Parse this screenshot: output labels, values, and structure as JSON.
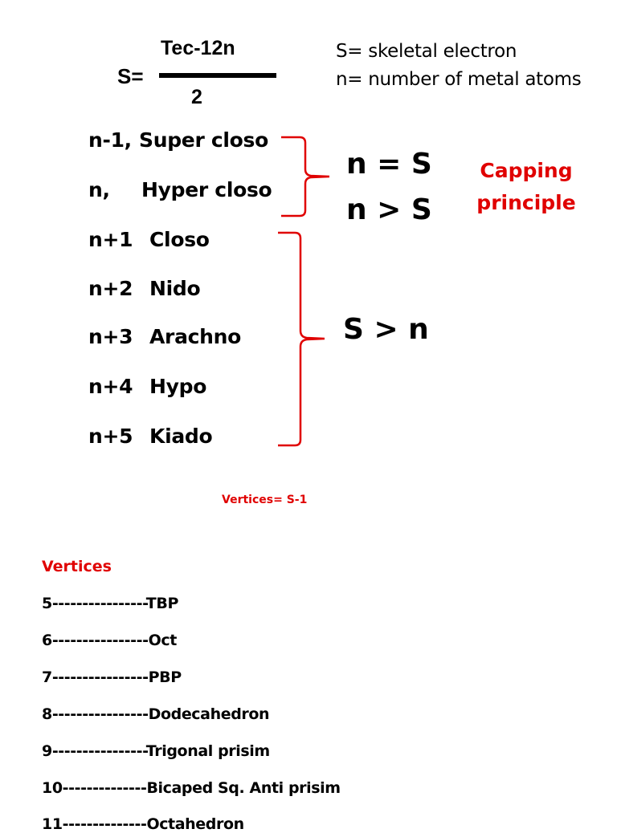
{
  "formula": {
    "lhs": "S=",
    "numerator": "Tec-12n",
    "denominator": "2"
  },
  "definitions": [
    "S= skeletal electron",
    "n= number of metal atoms"
  ],
  "clusters": [
    {
      "n": "n-1,",
      "name": "Super closo"
    },
    {
      "n": "n,",
      "name": "Hyper closo"
    },
    {
      "n": "n+1",
      "name": "Closo"
    },
    {
      "n": "n+2",
      "name": "Nido"
    },
    {
      "n": "n+3",
      "name": "Arachno"
    },
    {
      "n": "n+4",
      "name": "Hypo"
    },
    {
      "n": "n+5",
      "name": "Kiado"
    }
  ],
  "relations": {
    "eq": "n = S",
    "gt": "n > S",
    "lt": "S > n"
  },
  "capping": {
    "line1": "Capping",
    "line2": "principle"
  },
  "vertices_formula": "Vertices= S-1",
  "vertices_heading": "Vertices",
  "vertices": [
    "5----------------TBP",
    "6----------------Oct",
    "7----------------PBP",
    "8----------------Dodecahedron",
    "9----------------Trigonal prisim",
    "10--------------Bicaped Sq. Anti prisim",
    "11--------------Octahedron"
  ],
  "colors": {
    "accent_red": "#e00000",
    "text": "#000000"
  }
}
